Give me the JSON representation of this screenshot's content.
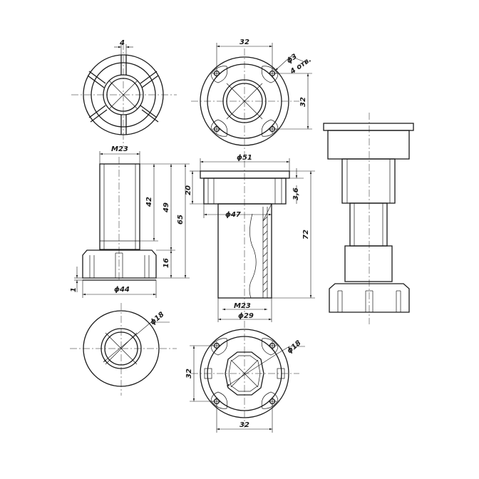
{
  "dimensions": {
    "top_left_rib": "4",
    "top_mid_width": "32",
    "top_mid_hole": "ϕ3",
    "top_mid_holes_count": "4 отв.",
    "top_mid_height": "32",
    "side_thread": "M23",
    "side_42": "42",
    "side_49": "49",
    "side_65": "65",
    "side_16": "16",
    "side_1": "1",
    "side_dia44": "ϕ44",
    "sect_dia51": "ϕ51",
    "sect_20": "20",
    "sect_3_6": "3,6",
    "sect_dia47": "ϕ47",
    "sect_72": "72",
    "sect_thread": "M23",
    "sect_dia29": "ϕ29",
    "bot_left_dia18": "ϕ18",
    "bot_mid_dia18": "ϕ18",
    "bot_mid_height": "32",
    "bot_mid_width": "32"
  },
  "colors": {
    "line": "#1a1a1a",
    "background": "#ffffff"
  }
}
